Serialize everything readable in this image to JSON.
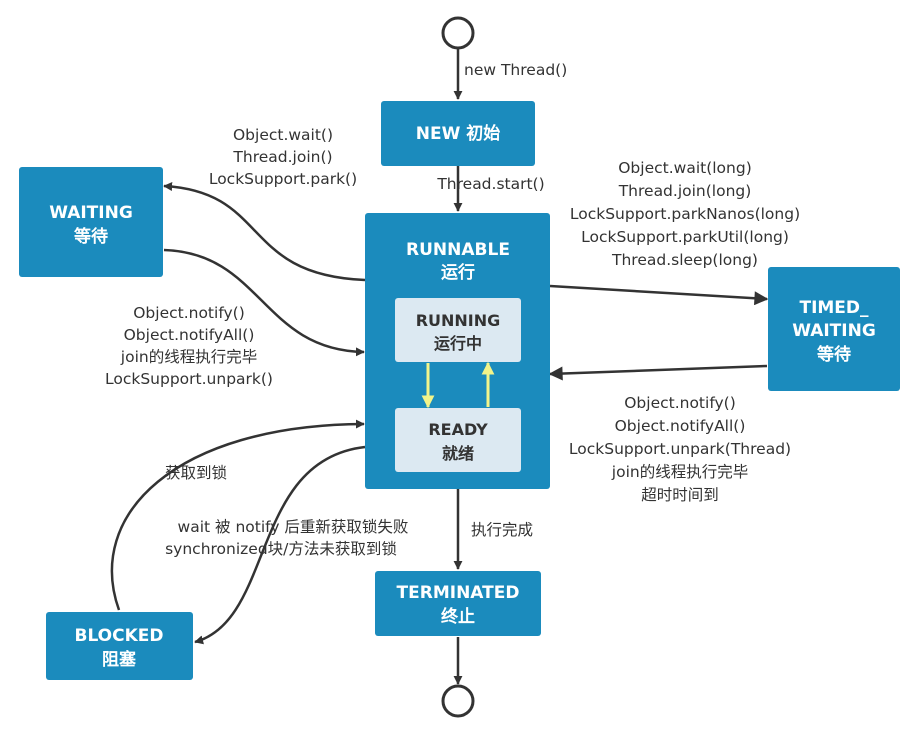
{
  "colors": {
    "state_fill": "#1b8bbd",
    "sub_fill": "#dce9f2",
    "edge": "#333333",
    "internal_arrow": "#f2f48a"
  },
  "states": {
    "new": {
      "line1": "NEW 初始"
    },
    "runnable": {
      "line1": "RUNNABLE",
      "line2": "运行"
    },
    "running": {
      "line1": "RUNNING",
      "line2": "运行中"
    },
    "ready": {
      "line1": "READY",
      "line2": "就绪"
    },
    "waiting": {
      "line1": "WAITING",
      "line2": "等待"
    },
    "timed_waiting": {
      "line1": "TIMED_",
      "line2": "WAITING",
      "line3": "等待"
    },
    "blocked": {
      "line1": "BLOCKED",
      "line2": "阻塞"
    },
    "terminated": {
      "line1": "TERMINATED",
      "line2": "终止"
    }
  },
  "labels": {
    "new_thread": "new Thread()",
    "thread_start": "Thread.start()",
    "to_waiting": [
      "Object.wait()",
      "Thread.join()",
      "LockSupport.park()"
    ],
    "from_waiting": [
      "Object.notify()",
      "Object.notifyAll()",
      "join的线程执行完毕",
      "LockSupport.unpark()"
    ],
    "to_timed_waiting": [
      "Object.wait(long)",
      "Thread.join(long)",
      "LockSupport.parkNanos(long)",
      "LockSupport.parkUtil(long)",
      "Thread.sleep(long)"
    ],
    "from_timed_waiting": [
      "Object.notify()",
      "Object.notifyAll()",
      "LockSupport.unpark(Thread)",
      "join的线程执行完毕",
      "超时时间到"
    ],
    "from_blocked": "获取到锁",
    "to_blocked": [
      "wait 被 notify 后重新获取锁失败",
      "synchronized块/方法未获取到锁"
    ],
    "finished": "执行完成"
  }
}
